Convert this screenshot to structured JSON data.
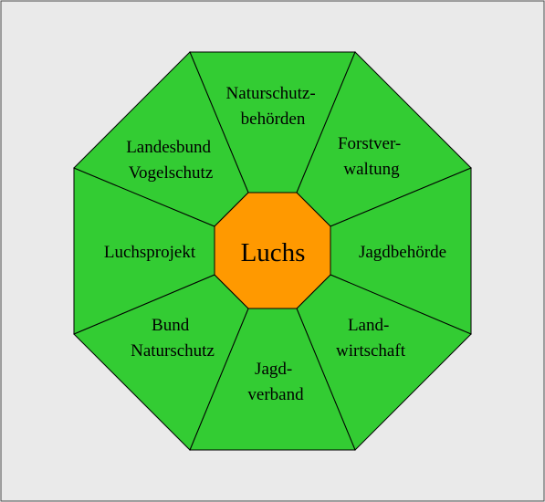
{
  "diagram": {
    "center": {
      "label": "Luchs",
      "color": "#ff9900"
    },
    "segment_color": "#33cc33",
    "line_color": "#000000",
    "background": "#eaeaea",
    "segments": [
      {
        "id": "naturschutz",
        "lines": [
          "Naturschutz-",
          "behörden"
        ]
      },
      {
        "id": "forst",
        "lines": [
          "Forstver-",
          "waltung"
        ]
      },
      {
        "id": "jagdbehoerde",
        "lines": [
          "Jagdbehörde"
        ]
      },
      {
        "id": "landwirtschaft",
        "lines": [
          "Land-",
          "wirtschaft"
        ]
      },
      {
        "id": "jagdverband",
        "lines": [
          "Jagd-",
          "verband"
        ]
      },
      {
        "id": "bund",
        "lines": [
          "Bund",
          "Naturschutz"
        ]
      },
      {
        "id": "luchsprojekt",
        "lines": [
          "Luchsprojekt"
        ]
      },
      {
        "id": "landesbund",
        "lines": [
          "Landesbund",
          "Vogelschutz"
        ]
      }
    ]
  }
}
